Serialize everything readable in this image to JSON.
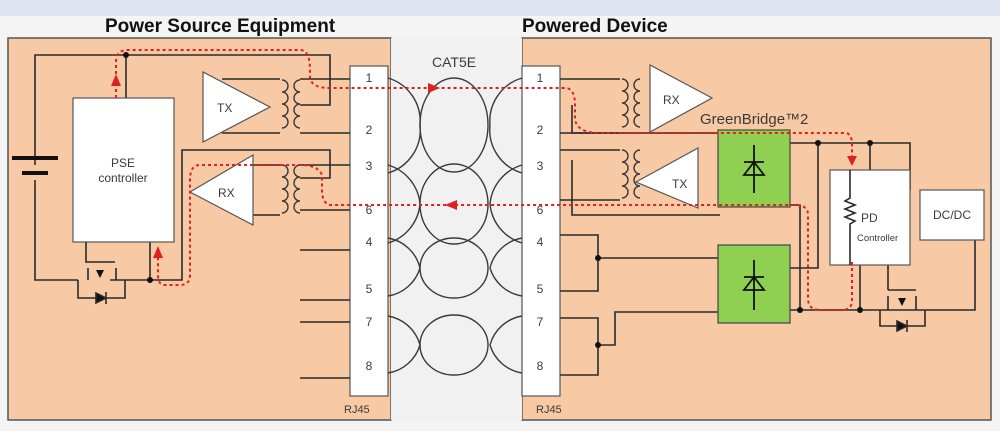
{
  "titles": {
    "pse": "Power Source Equipment",
    "pd": "Powered Device",
    "cable": "CAT5E",
    "bridge": "GreenBridge™2"
  },
  "pse": {
    "controller_line1": "PSE",
    "controller_line2": "controller",
    "tx": "TX",
    "rx": "RX",
    "connector": "RJ45"
  },
  "pd": {
    "rx": "RX",
    "tx": "TX",
    "controller_line1": "PD",
    "controller_line2": "Controller",
    "dcdc": "DC/DC",
    "connector": "RJ45"
  },
  "pins": [
    "1",
    "2",
    "3",
    "6",
    "4",
    "5",
    "7",
    "8"
  ],
  "colors": {
    "panel": "#f7c9a4",
    "bridge": "#8fd052",
    "power_path": "#e02020"
  }
}
